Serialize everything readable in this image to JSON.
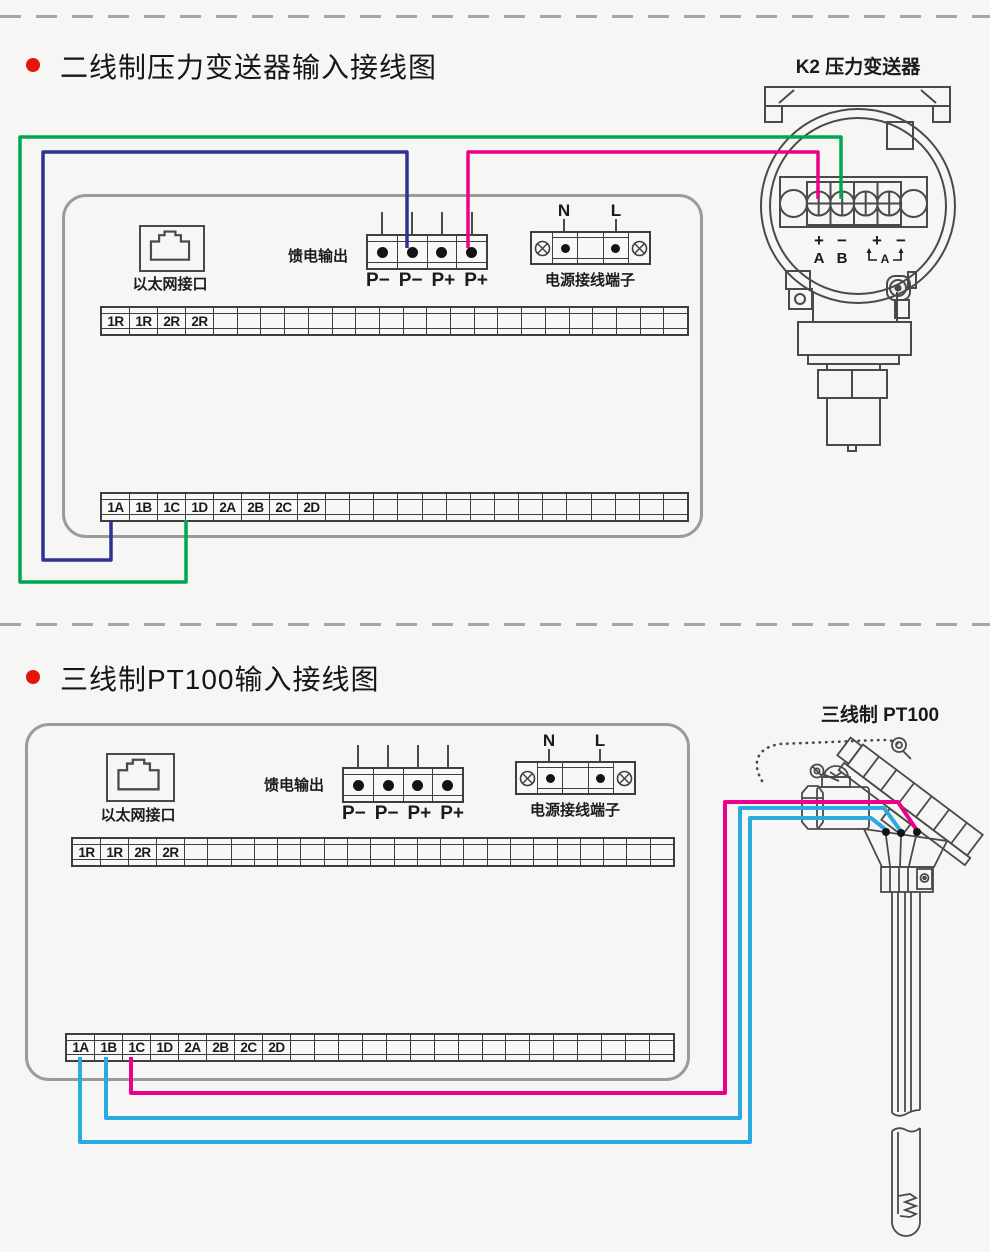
{
  "colors": {
    "green": "#00a651",
    "blue": "#2e3192",
    "pink": "#ec008c",
    "cyan": "#29abe2",
    "bullet": "#e8140c",
    "line": "#4a4a4a"
  },
  "section1": {
    "title": "二线制压力变送器输入接线图",
    "device_label": "K2  压力变送器",
    "panel": {
      "ethernet_label": "以太网接口",
      "feed_label": "馈电输出",
      "feed_terminals": [
        "P−",
        "P−",
        "P+",
        "P+"
      ],
      "power_label": "电源接线端子",
      "power_n": "N",
      "power_l": "L",
      "top_strip_labels": [
        "1R",
        "1R",
        "2R",
        "2R"
      ],
      "bottom_strip_labels": [
        "1A",
        "1B",
        "1C",
        "1D",
        "2A",
        "2B",
        "2C",
        "2D"
      ]
    },
    "transmitter": {
      "plus1": "+",
      "minus1": "−",
      "a": "A",
      "b": "B",
      "plus2": "+",
      "minus2": "−",
      "bracket_a": "A"
    }
  },
  "section2": {
    "title": "三线制PT100输入接线图",
    "device_label": "三线制  PT100",
    "panel": {
      "ethernet_label": "以太网接口",
      "feed_label": "馈电输出",
      "feed_terminals": [
        "P−",
        "P−",
        "P+",
        "P+"
      ],
      "power_label": "电源接线端子",
      "power_n": "N",
      "power_l": "L",
      "top_strip_labels": [
        "1R",
        "1R",
        "2R",
        "2R"
      ],
      "bottom_strip_labels": [
        "1A",
        "1B",
        "1C",
        "1D",
        "2A",
        "2B",
        "2C",
        "2D"
      ]
    }
  }
}
